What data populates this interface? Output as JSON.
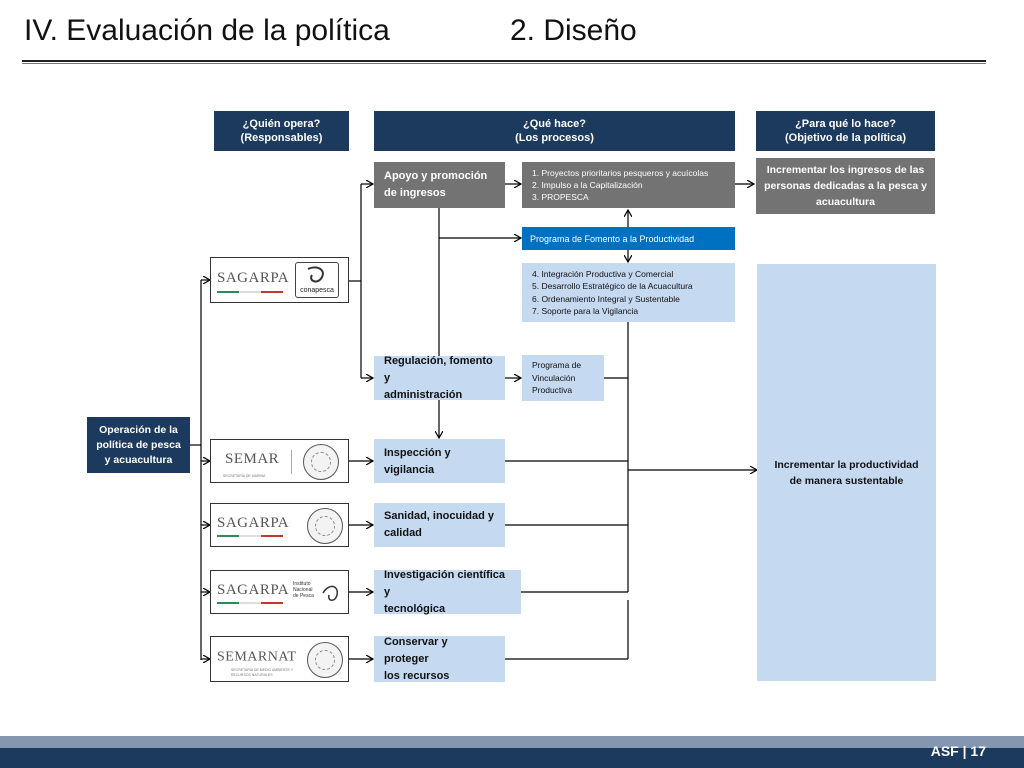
{
  "header": {
    "title_left": "IV. Evaluación de la política",
    "title_right": "2. Diseño"
  },
  "columns": {
    "who": "¿Quién opera?\n(Responsables)",
    "what": "¿Qué hace?\n(Los procesos)",
    "why": "¿Para qué lo hace?\n(Objetivo de la política)"
  },
  "start": "Operación de la\npolítica de pesca\ny acuacultura",
  "agencies": {
    "sagarpa_conapesca": {
      "text": "SAGARPA",
      "sub": "conapesca"
    },
    "semar": {
      "text": "SEMAR",
      "sub": "SECRETARÍA DE MARINA"
    },
    "sagarpa_senasica": {
      "text": "SAGARPA"
    },
    "sagarpa_inapesca": {
      "text": "SAGARPA",
      "sub": "Instituto\nNacional\nde Pesca"
    },
    "semarnat": {
      "text": "SEMARNAT",
      "sub": "SECRETARÍA DE MEDIO AMBIENTE Y RECURSOS NATURALES"
    }
  },
  "processes": {
    "apoyo": "Apoyo y promoción\nde ingresos",
    "regulacion": "Regulación, fomento y\nadministración",
    "inspeccion": "Inspección y vigilancia",
    "sanidad": "Sanidad, inocuidad y\ncalidad",
    "investigacion": "Investigación científica y\ntecnológica",
    "conservar": "Conservar y proteger\nlos recursos"
  },
  "programs": {
    "group1": "1. Proyectos prioritarios pesqueros y acuícolas\n2. Impulso a la Capitalización\n3. PROPESCA",
    "fomento": "Programa de Fomento a la Productividad",
    "group2": "4. Integración Productiva y Comercial\n5. Desarrollo Estratégico de la Acuacultura\n6. Ordenamiento Integral y Sustentable\n7. Soporte para la Vigilancia",
    "vinculacion": "Programa de\nVinculación\nProductiva"
  },
  "objectives": {
    "ingresos": "Incrementar los ingresos de las\npersonas dedicadas  a la pesca y\nacuacultura",
    "productividad": "Incrementar la productividad\nde manera sustentable"
  },
  "footer": {
    "label": "ASF | 17"
  },
  "colors": {
    "navy": "#1b3a5e",
    "gray": "#737373",
    "light_blue": "#c5d9f1",
    "accent_blue": "#0070c0"
  }
}
